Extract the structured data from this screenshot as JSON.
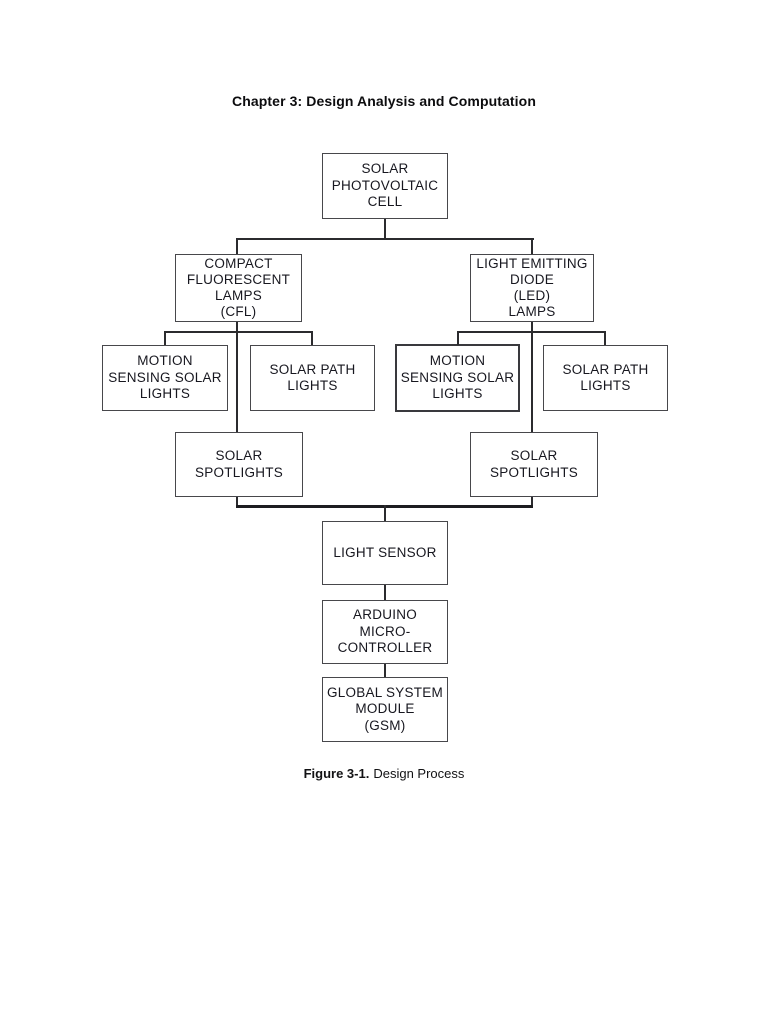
{
  "page": {
    "heading": "Chapter 3: Design Analysis and Computation",
    "caption_label": "Figure 3-1.",
    "caption_text": "Design Process"
  },
  "colors": {
    "page_bg": "#ffffff",
    "text": "#17171f",
    "box_border": "#47474b",
    "connector": "#2b2b2e"
  },
  "diagram": {
    "type": "flowchart",
    "boxes": {
      "solar_pv": "SOLAR\nPHOTOVOLTAIC\nCELL",
      "cfl": "COMPACT\nFLUORESCENT\nLAMPS\n(CFL)",
      "led": "LIGHT EMITTING\nDIODE\n(LED)\nLAMPS",
      "motion_left": "MOTION\nSENSING SOLAR\nLIGHTS",
      "path_left": "SOLAR PATH\nLIGHTS",
      "motion_right": "MOTION\nSENSING SOLAR\nLIGHTS",
      "path_right": "SOLAR PATH\nLIGHTS",
      "spot_left": "SOLAR\nSPOTLIGHTS",
      "spot_right": "SOLAR\nSPOTLIGHTS",
      "light_sensor": "LIGHT SENSOR",
      "arduino": "ARDUINO\nMICRO-\nCONTROLLER",
      "gsm": "GLOBAL SYSTEM\nMODULE\n(GSM)"
    },
    "edges": [
      [
        "solar_pv",
        "cfl"
      ],
      [
        "solar_pv",
        "led"
      ],
      [
        "cfl",
        "motion_left"
      ],
      [
        "cfl",
        "path_left"
      ],
      [
        "cfl",
        "spot_left"
      ],
      [
        "led",
        "motion_right"
      ],
      [
        "led",
        "path_right"
      ],
      [
        "led",
        "spot_right"
      ],
      [
        "spot_left",
        "light_sensor"
      ],
      [
        "spot_right",
        "light_sensor"
      ],
      [
        "light_sensor",
        "arduino"
      ],
      [
        "arduino",
        "gsm"
      ]
    ]
  }
}
